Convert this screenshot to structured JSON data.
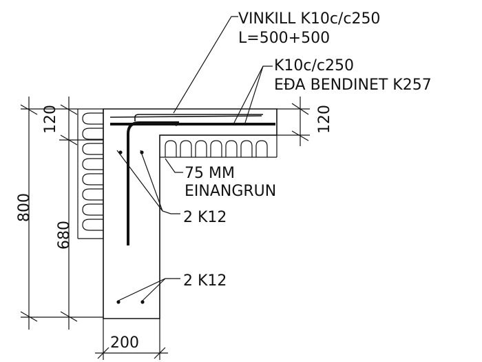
{
  "labels": {
    "vinkill_line1": "VINKILL K10c/c250",
    "vinkill_line2": "L=500+500",
    "k10_line1": "K10c/c250",
    "k10_line2": "EÐA BENDINET K257",
    "insulation_line1": "75 MM",
    "insulation_line2": "EINANGRUN",
    "rebar_upper": "2 K12",
    "rebar_lower": "2 K12"
  },
  "dimensions": {
    "top_left": "120",
    "top_right": "120",
    "total_height": "800",
    "wall_height": "680",
    "wall_width": "200"
  }
}
